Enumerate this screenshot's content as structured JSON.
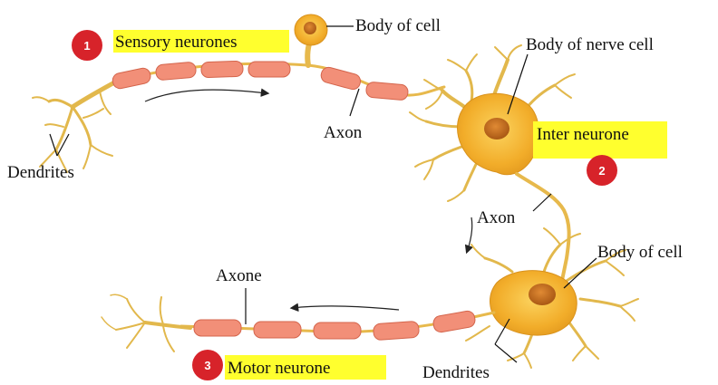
{
  "labels": {
    "sensory_neurones": "Sensory neurones",
    "body_of_cell_top": "Body of cell",
    "body_of_nerve_cell": "Body of nerve cell",
    "inter_neurone": "Inter neurone",
    "axon_top": "Axon",
    "dendrites_left": "Dendrites",
    "axon_middle": "Axon",
    "body_of_cell_bottom": "Body of cell",
    "axone": "Axone",
    "motor_neurone": "Motor neurone",
    "dendrites_bottom": "Dendrites"
  },
  "badges": {
    "one": "1",
    "two": "2",
    "three": "3"
  },
  "colors": {
    "badge": "#d7232a",
    "highlight": "#ffff2e",
    "axon_segment": "#f28f78",
    "cell_body": "#f6b830",
    "nucleus": "#c9731d"
  }
}
